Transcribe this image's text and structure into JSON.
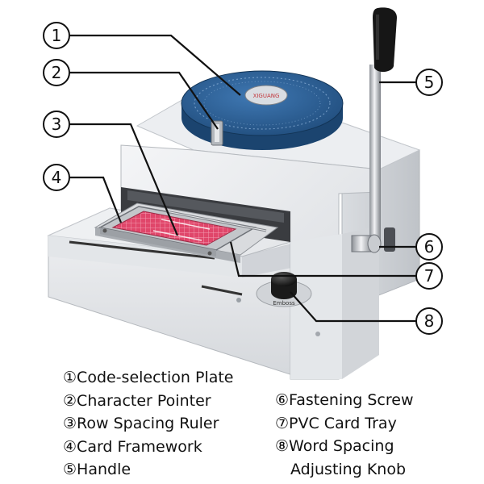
{
  "callouts": [
    {
      "num": "1",
      "glyph": "①",
      "label": "Code-selection Plate"
    },
    {
      "num": "2",
      "glyph": "②",
      "label": "Character Pointer"
    },
    {
      "num": "3",
      "glyph": "③",
      "label": "Row Spacing Ruler"
    },
    {
      "num": "4",
      "glyph": "④",
      "label": "Card Framework"
    },
    {
      "num": "5",
      "glyph": "⑤",
      "label": "Handle"
    },
    {
      "num": "6",
      "glyph": "⑥",
      "label": "Fastening Screw"
    },
    {
      "num": "7",
      "glyph": "⑦",
      "label": "PVC Card Tray"
    },
    {
      "num": "8",
      "glyph": "⑧",
      "label": "Word Spacing",
      "label_cont": "Adjusting Knob"
    }
  ],
  "dial_brand": "XIGUANG",
  "knob_text": "Emboss",
  "colors": {
    "body": "#e9ebee",
    "body_shadow": "#c9ccd1",
    "dial": "#2a5d92",
    "dial_dark": "#163a62",
    "card_red": "#e0466a",
    "metal": "#b9bcc1",
    "handle_grip": "#1a1a1a",
    "line": "#111111"
  }
}
